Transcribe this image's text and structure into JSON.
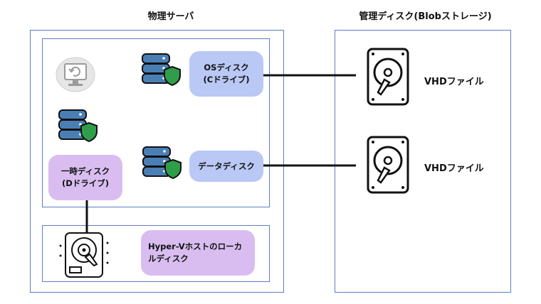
{
  "physical_server": {
    "title": "物理サーバ",
    "os_disk": {
      "line1": "OSディスク",
      "line2": "(Cドライブ)"
    },
    "data_disk": {
      "label": "データディスク"
    },
    "temp_disk": {
      "line1": "一時ディスク",
      "line2": "(Dドライブ)"
    },
    "host_local_disk": {
      "line1": "Hyper-Vホストのローカ",
      "line2": "ルディスク"
    }
  },
  "managed_disks": {
    "title": "管理ディスク(Blobストレージ)",
    "vhd_files": [
      {
        "label": "VHDファイル"
      },
      {
        "label": "VHDファイル"
      }
    ]
  },
  "colors": {
    "panel_border": "#5b7fc0",
    "blue_pill": "#b9c8f5",
    "purple_pill": "#d9bdf0",
    "database_fill": "#4a7fb5",
    "shield_green": "#2e9e4a"
  },
  "icons": [
    "vm-restart-icon",
    "database-shield-icon",
    "hard-disk-icon"
  ]
}
